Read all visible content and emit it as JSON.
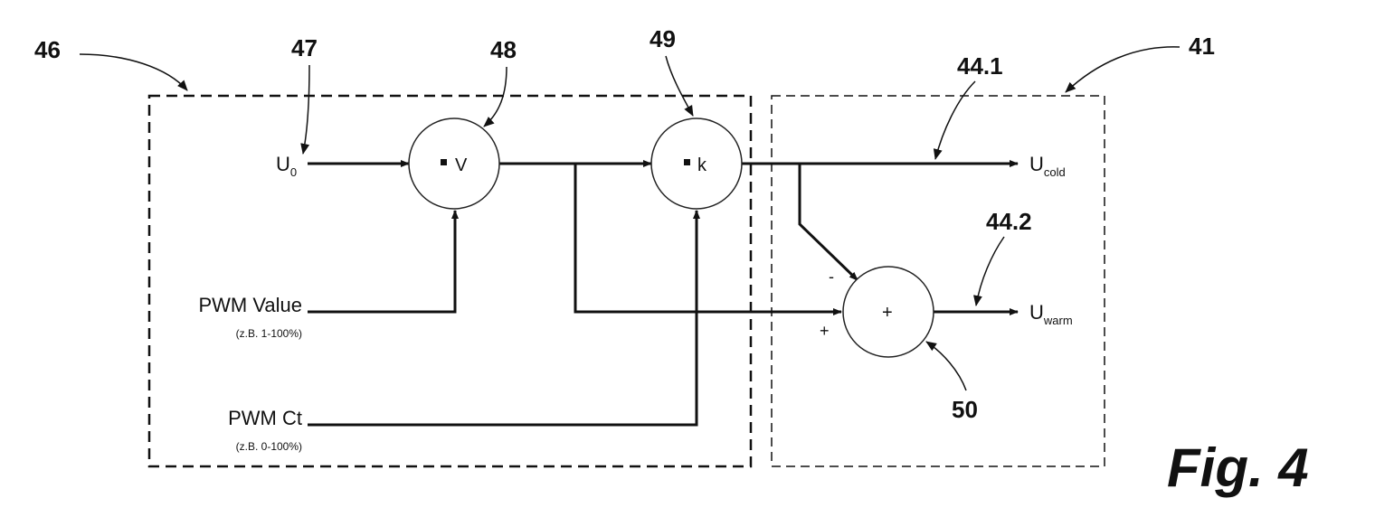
{
  "refs": {
    "r46": "46",
    "r47": "47",
    "r48": "48",
    "r49": "49",
    "r41": "41",
    "r441": "44.1",
    "r442": "44.2",
    "r50": "50"
  },
  "inputs": {
    "u0_main": "U",
    "u0_sub": "0",
    "pwm_value": "PWM Value",
    "pwm_value_note": "(z.B. 1-100%)",
    "pwm_ct": "PWM Ct",
    "pwm_ct_note": "(z.B. 0-100%)"
  },
  "nodes": {
    "mult_v": "V",
    "mult_k": "k",
    "sum": "+"
  },
  "signs": {
    "minus": "-",
    "plus": "+"
  },
  "outputs": {
    "cold_main": "U",
    "cold_sub": "cold",
    "warm_main": "U",
    "warm_sub": "warm"
  },
  "figure_label": "Fig. 4"
}
